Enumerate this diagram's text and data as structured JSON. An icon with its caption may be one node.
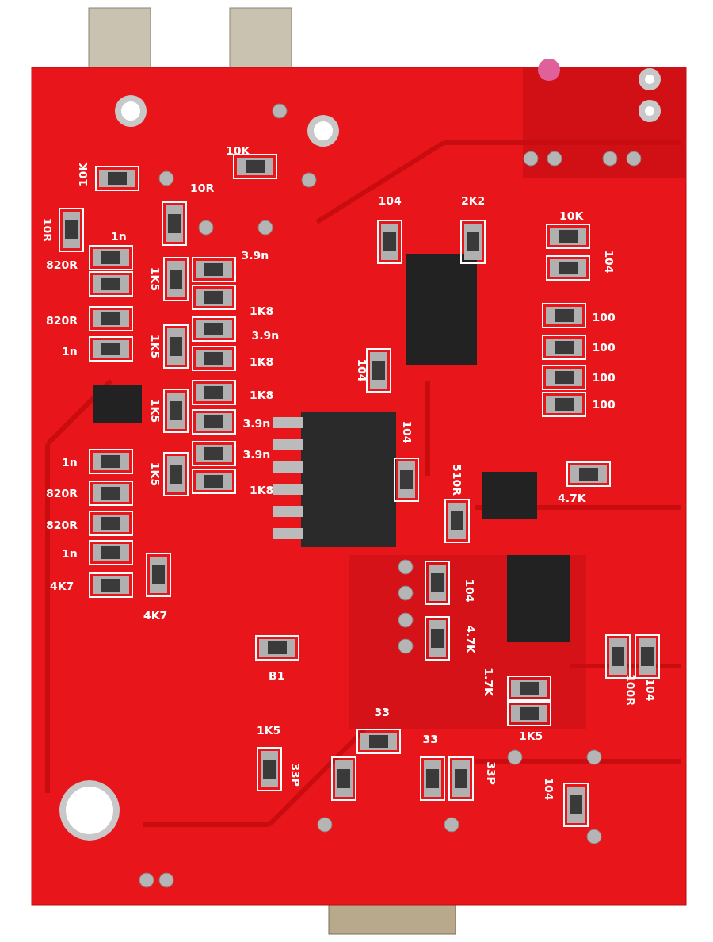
{
  "diagram": {
    "labels": [
      "10K",
      "10K",
      "10R",
      "104",
      "2K2",
      "10K",
      "10R",
      "1n",
      "3.9n",
      "104",
      "820R",
      "1K5",
      "1K8",
      "100",
      "820R",
      "3.9n",
      "100",
      "1n",
      "1K5",
      "1K8",
      "104",
      "100",
      "1K8",
      "1K5",
      "100",
      "3.9n",
      "104",
      "3.9n",
      "1n",
      "1K5",
      "1K8",
      "510R",
      "4.7K",
      "820R",
      "820R",
      "1n",
      "4K7",
      "104",
      "4K7",
      "4.7K",
      "B1",
      "1.7K",
      "100R",
      "104",
      "33",
      "1K5",
      "1K5",
      "33",
      "33P",
      "33P",
      "104"
    ]
  }
}
